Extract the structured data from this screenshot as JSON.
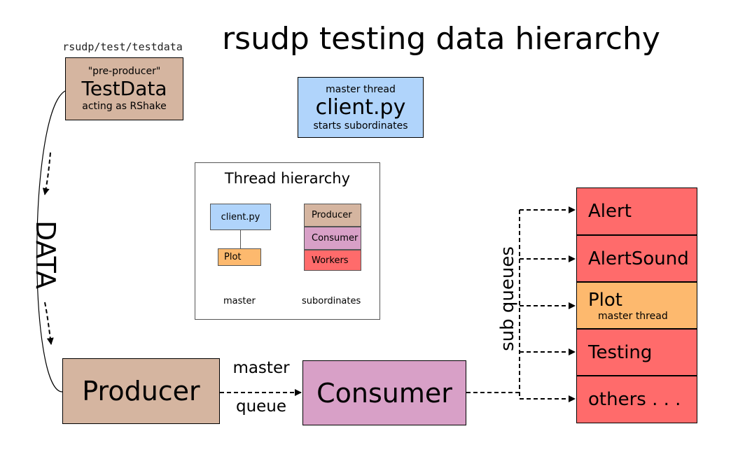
{
  "title": "rsudp testing data hierarchy",
  "source_path": "rsudp/test/testdata",
  "testdata": {
    "top": "\"pre-producer\"",
    "name": "TestData",
    "bottom": "acting as RShake"
  },
  "client": {
    "top": "master thread",
    "name": "client.py",
    "bottom": "starts subordinates"
  },
  "legend": {
    "title": "Thread hierarchy",
    "client": "client.py",
    "plot": "Plot",
    "producer": "Producer",
    "consumer": "Consumer",
    "workers": "Workers",
    "master_label": "master",
    "subordinates_label": "subordinates"
  },
  "data_label": "DATA",
  "producer": "Producer",
  "consumer": "Consumer",
  "master_queue": {
    "line1": "master",
    "line2": "queue"
  },
  "sub_queues": "sub queues",
  "workers": {
    "alert": "Alert",
    "alertsound": "AlertSound",
    "plot": "Plot",
    "plot_sub": "master thread",
    "testing": "Testing",
    "others": "others . . ."
  },
  "colors": {
    "producer": "#d5b5a0",
    "consumer": "#d8a0c7",
    "client": "#b0d4fb",
    "plot": "#fdb96e",
    "worker": "#ff6b6b"
  }
}
